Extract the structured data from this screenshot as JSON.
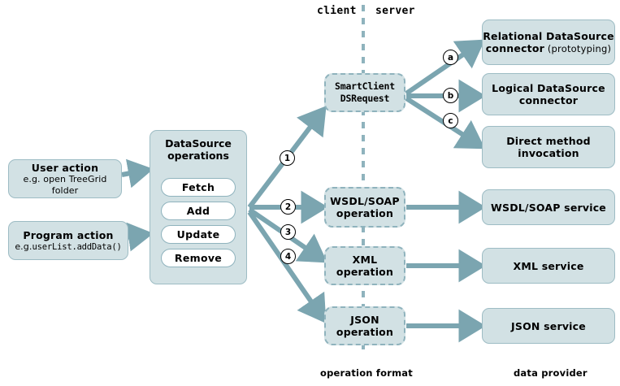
{
  "diagram": {
    "title_labels": {
      "client": "client",
      "server": "server",
      "operation_format": "operation format",
      "data_provider": "data provider"
    },
    "colors": {
      "node_fill": "#d2e1e4",
      "node_border": "#9dbcc4",
      "dashed_border": "#8fb3bd",
      "arrow": "#7ba5b0",
      "divider": "#8fb3bd",
      "text": "#000000"
    },
    "sources": [
      {
        "name": "user-action",
        "title": "User action",
        "subtitle": "e.g. open TreeGrid folder"
      },
      {
        "name": "program-action",
        "title": "Program action",
        "subtitle_prefix": "e.g.",
        "subtitle_code": "userList.addData()"
      }
    ],
    "operations_group": {
      "title_line1": "DataSource",
      "title_line2": "operations",
      "items": [
        {
          "label": "Fetch"
        },
        {
          "label": "Add"
        },
        {
          "label": "Update"
        },
        {
          "label": "Remove"
        }
      ]
    },
    "formats": [
      {
        "name": "smartclient-dsrequest",
        "line1": "SmartClient",
        "line2": "DSRequest",
        "marker": "1",
        "mono": true
      },
      {
        "name": "wsdl-soap-operation",
        "line1": "WSDL/SOAP",
        "line2": "operation",
        "marker": "2",
        "mono": false
      },
      {
        "name": "xml-operation",
        "line1": "XML",
        "line2": "operation",
        "marker": "3",
        "mono": false
      },
      {
        "name": "json-operation",
        "line1": "JSON",
        "line2": "operation",
        "marker": "4",
        "mono": false
      }
    ],
    "providers": [
      {
        "name": "relational-datasource-connector",
        "line1": "Relational DataSource",
        "line2": "connector",
        "note": " (prototyping)",
        "marker": "a"
      },
      {
        "name": "logical-datasource-connector",
        "line1": "Logical DataSource",
        "line2": "connector",
        "note": "",
        "marker": "b"
      },
      {
        "name": "direct-method-invocation",
        "line1": "Direct method",
        "line2": "invocation",
        "note": "",
        "marker": "c"
      },
      {
        "name": "wsdl-soap-service",
        "line1": "WSDL/SOAP service",
        "line2": "",
        "note": "",
        "marker": ""
      },
      {
        "name": "xml-service",
        "line1": "XML service",
        "line2": "",
        "note": "",
        "marker": ""
      },
      {
        "name": "json-service",
        "line1": "JSON service",
        "line2": "",
        "note": "",
        "marker": ""
      }
    ]
  }
}
